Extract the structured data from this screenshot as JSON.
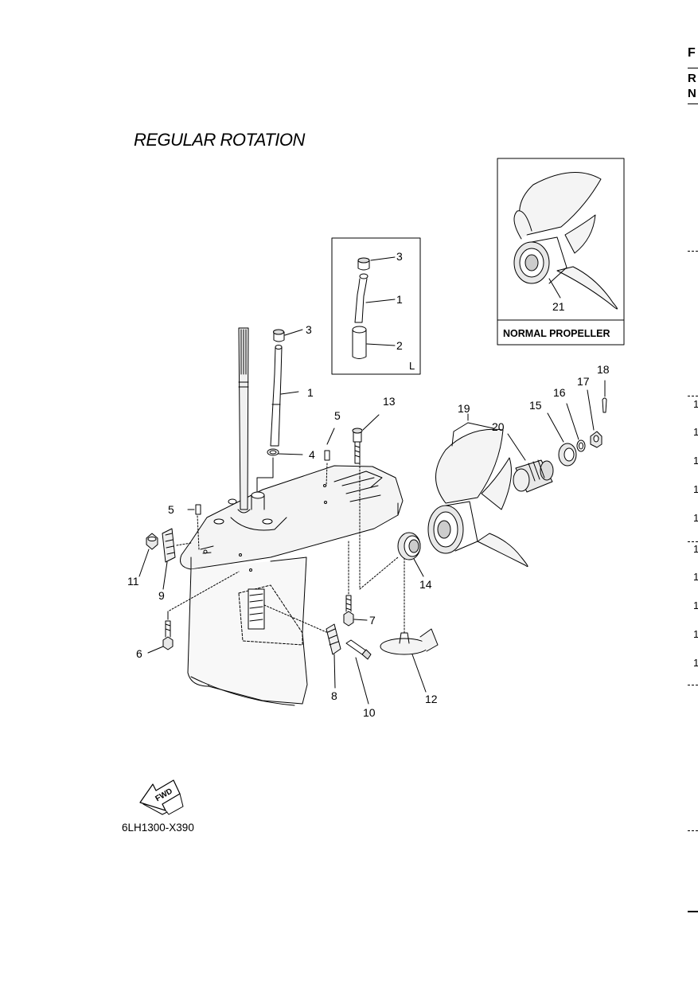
{
  "title": "REGULAR ROTATION",
  "part_code": "6LH1300-X390",
  "fwd_label": "FWD",
  "inset_l_label": "L",
  "propeller_caption": "NORMAL PROPELLER",
  "callouts": {
    "c1": "1",
    "c2": "2",
    "c3": "3",
    "c4": "4",
    "c5a": "5",
    "c5b": "5",
    "c6": "6",
    "c7": "7",
    "c8": "8",
    "c9": "9",
    "c10": "10",
    "c11": "11",
    "c12": "12",
    "c13": "13",
    "c14": "14",
    "c15": "15",
    "c16": "16",
    "c17": "17",
    "c18": "18",
    "c19": "19",
    "c20": "20",
    "c21": "21",
    "i1": "1",
    "i2": "2",
    "i3": "3"
  },
  "right_edge": {
    "letter_top": "F",
    "letter_r": "R",
    "letter_n": "N",
    "numbers": [
      "1",
      "1",
      "1",
      "1",
      "1",
      "1",
      "1",
      "1",
      "1",
      "1"
    ]
  }
}
